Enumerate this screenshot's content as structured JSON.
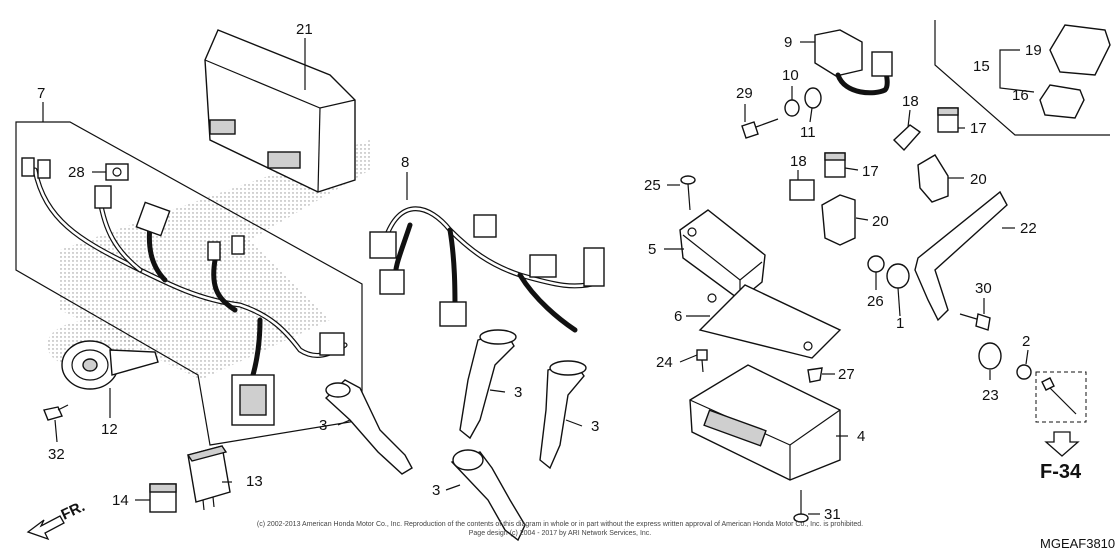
{
  "diagram": {
    "diagram_code": "MGEAF3810",
    "front_direction_label": "FR.",
    "page_reference": "F-34",
    "copyright_line_1": "(c) 2002-2013 American Honda Motor Co., Inc. Reproduction of the contents of this diagram in whole or in part without the express written approval of American Honda Motor Co., Inc. is prohibited.",
    "copyright_line_2": "Page design (c) 2004 - 2017 by ARI Network Services, Inc.",
    "callouts": {
      "c1": "1",
      "c2": "2",
      "c3a": "3",
      "c3b": "3",
      "c3c": "3",
      "c3d": "3",
      "c4": "4",
      "c5": "5",
      "c6": "6",
      "c7": "7",
      "c8": "8",
      "c9": "9",
      "c10": "10",
      "c11": "11",
      "c12": "12",
      "c13": "13",
      "c14": "14",
      "c15": "15",
      "c16": "16",
      "c17a": "17",
      "c17b": "17",
      "c18a": "18",
      "c18b": "18",
      "c19": "19",
      "c20a": "20",
      "c20b": "20",
      "c21": "21",
      "c22": "22",
      "c23": "23",
      "c24": "24",
      "c25": "25",
      "c26": "26",
      "c27": "27",
      "c28": "28",
      "c29": "29",
      "c30": "30",
      "c31": "31",
      "c32": "32"
    }
  }
}
